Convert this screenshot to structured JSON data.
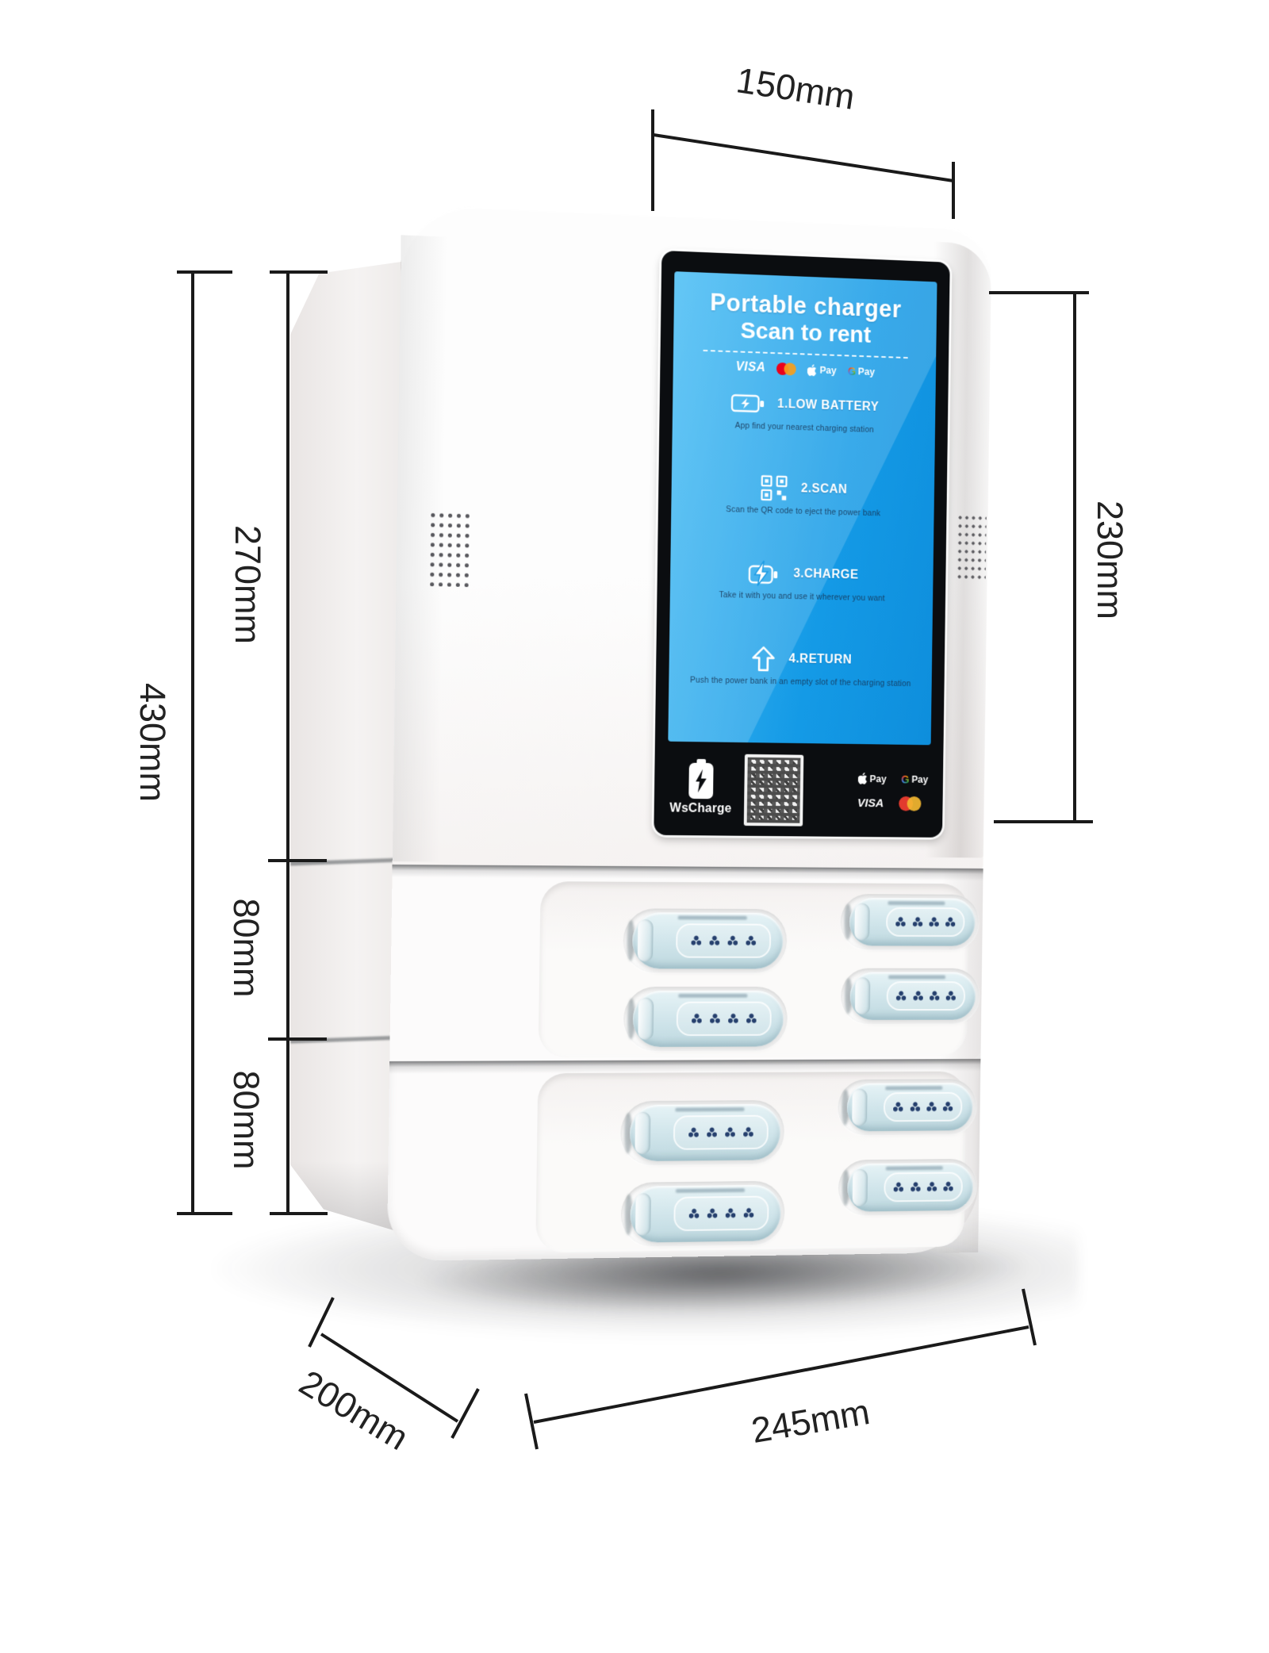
{
  "annotations": {
    "screen_width": "150mm",
    "screen_height": "230mm",
    "head_height": "270mm",
    "total_height": "430mm",
    "module_top_height": "80mm",
    "module_bottom_height": "80mm",
    "depth": "200mm",
    "base_width": "245mm"
  },
  "screen": {
    "title_line1": "Portable charger",
    "title_line2": "Scan to rent",
    "payments": {
      "visa": "VISA",
      "pay_word": "Pay",
      "g_letter": "G"
    },
    "steps": [
      {
        "title": "1.LOW BATTERY",
        "caption": "App find your nearest charging station"
      },
      {
        "title": "2.SCAN",
        "caption": "Scan the QR code to eject the power bank"
      },
      {
        "title": "3.CHARGE",
        "caption": "Take it with you and use it wherever you want"
      },
      {
        "title": "4.RETURN",
        "caption": "Push the power bank in an empty slot of the charging station"
      }
    ],
    "footer": {
      "brand": "WsCharge",
      "visa": "VISA",
      "pay_word": "Pay",
      "g_letter": "G"
    }
  },
  "colors": {
    "screen_blue": "#149ae6",
    "screen_blue_light": "#47bcf4",
    "bezel_black": "#0b0d10",
    "body_white": "#fcfbfb",
    "pill_blue": "#d3e8ee",
    "indicator_navy": "#26406e",
    "mastercard_red": "#eb001b",
    "mastercard_orange": "#f79e1b",
    "dimension_line": "#1a1a1a"
  }
}
